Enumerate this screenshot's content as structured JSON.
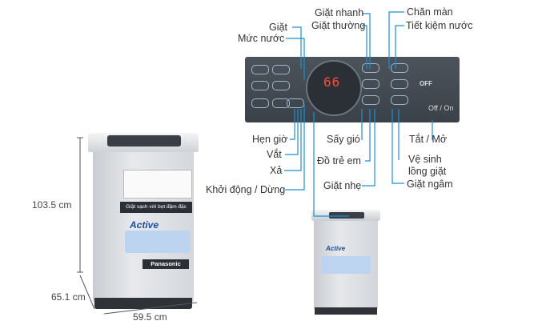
{
  "labels": {
    "giat": "Giặt",
    "muc_nuoc": "Mức nước",
    "giat_nhanh": "Giặt nhanh",
    "giat_thuong": "Giặt thường",
    "chan_man": "Chăn màn",
    "tiet_kiem_nuoc": "Tiết kiệm nước",
    "hen_gio": "Hẹn giờ",
    "vat": "Vắt",
    "xa": "Xả",
    "khoi_dong_dung": "Khởi động / Dừng",
    "say_gio": "Sấy gió",
    "do_tre_em": "Đồ trẻ em",
    "giat_nhe": "Giặt nhẹ",
    "tat_mo": "Tắt / Mở",
    "ve_sinh_line1": "Vệ sinh",
    "ve_sinh_line2": "lồng giặt",
    "giat_ngam": "Giặt ngâm"
  },
  "dimensions": {
    "height": "103.5 cm",
    "depth": "65.1 cm",
    "width": "59.5 cm"
  },
  "panel": {
    "display": "66",
    "off_label": "OFF",
    "power": "Off / On"
  },
  "washer": {
    "banner": "Giặt sạch với bọt đậm đặc",
    "active": "Active",
    "brand": "Panasonic"
  },
  "colors": {
    "line": "#1a8fd6",
    "panel": "#434950",
    "display": "#ff4a3a"
  }
}
